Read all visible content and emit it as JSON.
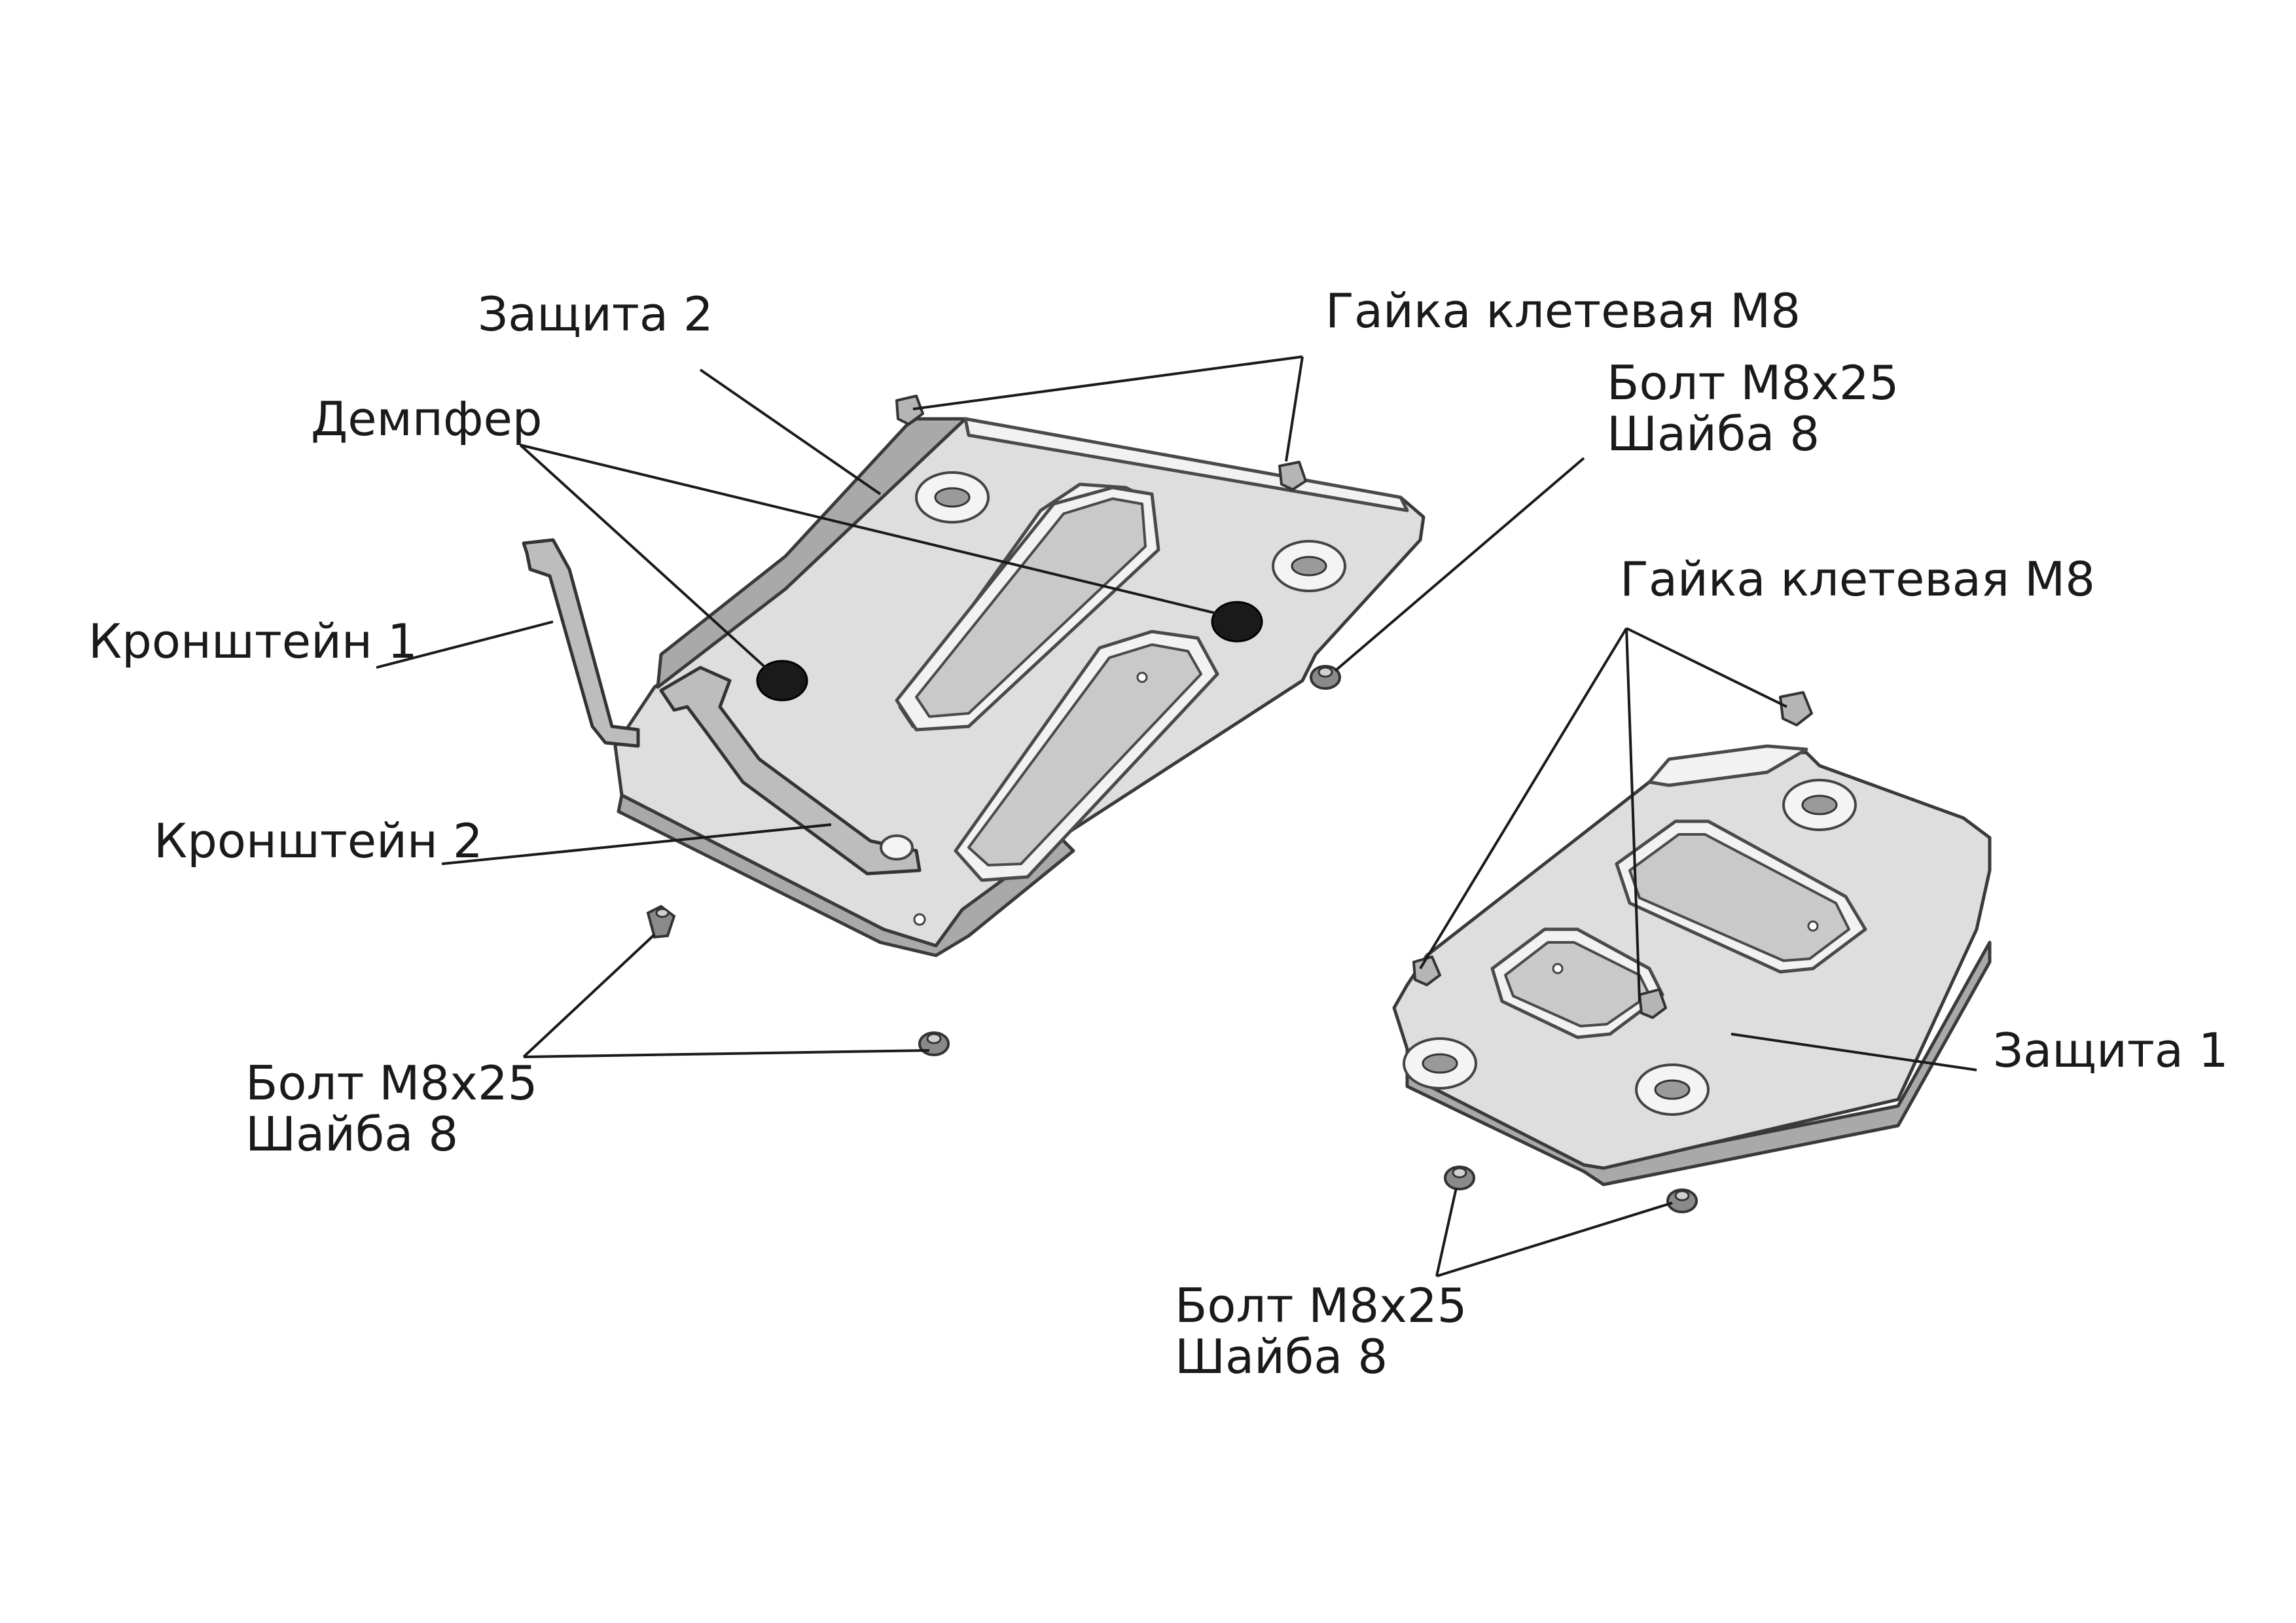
{
  "labels": {
    "zashchita2": "Защита 2",
    "gaika_top": "Гайка клетевая М8",
    "dempfer": "Демпфер",
    "bolt_top_line1": "Болт М8x25",
    "bolt_top_line2": "Шайба 8",
    "kronshtein1": "Кронштейн 1",
    "gaika_right": "Гайка клетевая М8",
    "kronshtein2": "Кронштейн 2",
    "zashchita1": "Защита 1",
    "bolt_left_line1": "Болт М8x25",
    "bolt_left_line2": "Шайба 8",
    "bolt_bottom_line1": "Болт М8x25",
    "bolt_bottom_line2": "Шайба 8"
  },
  "colors": {
    "plate": "#dedede",
    "plate_edge": "#a9a9a9",
    "line": "#1a1a1a",
    "damper": "#1a1a1a",
    "background": "#ffffff"
  }
}
